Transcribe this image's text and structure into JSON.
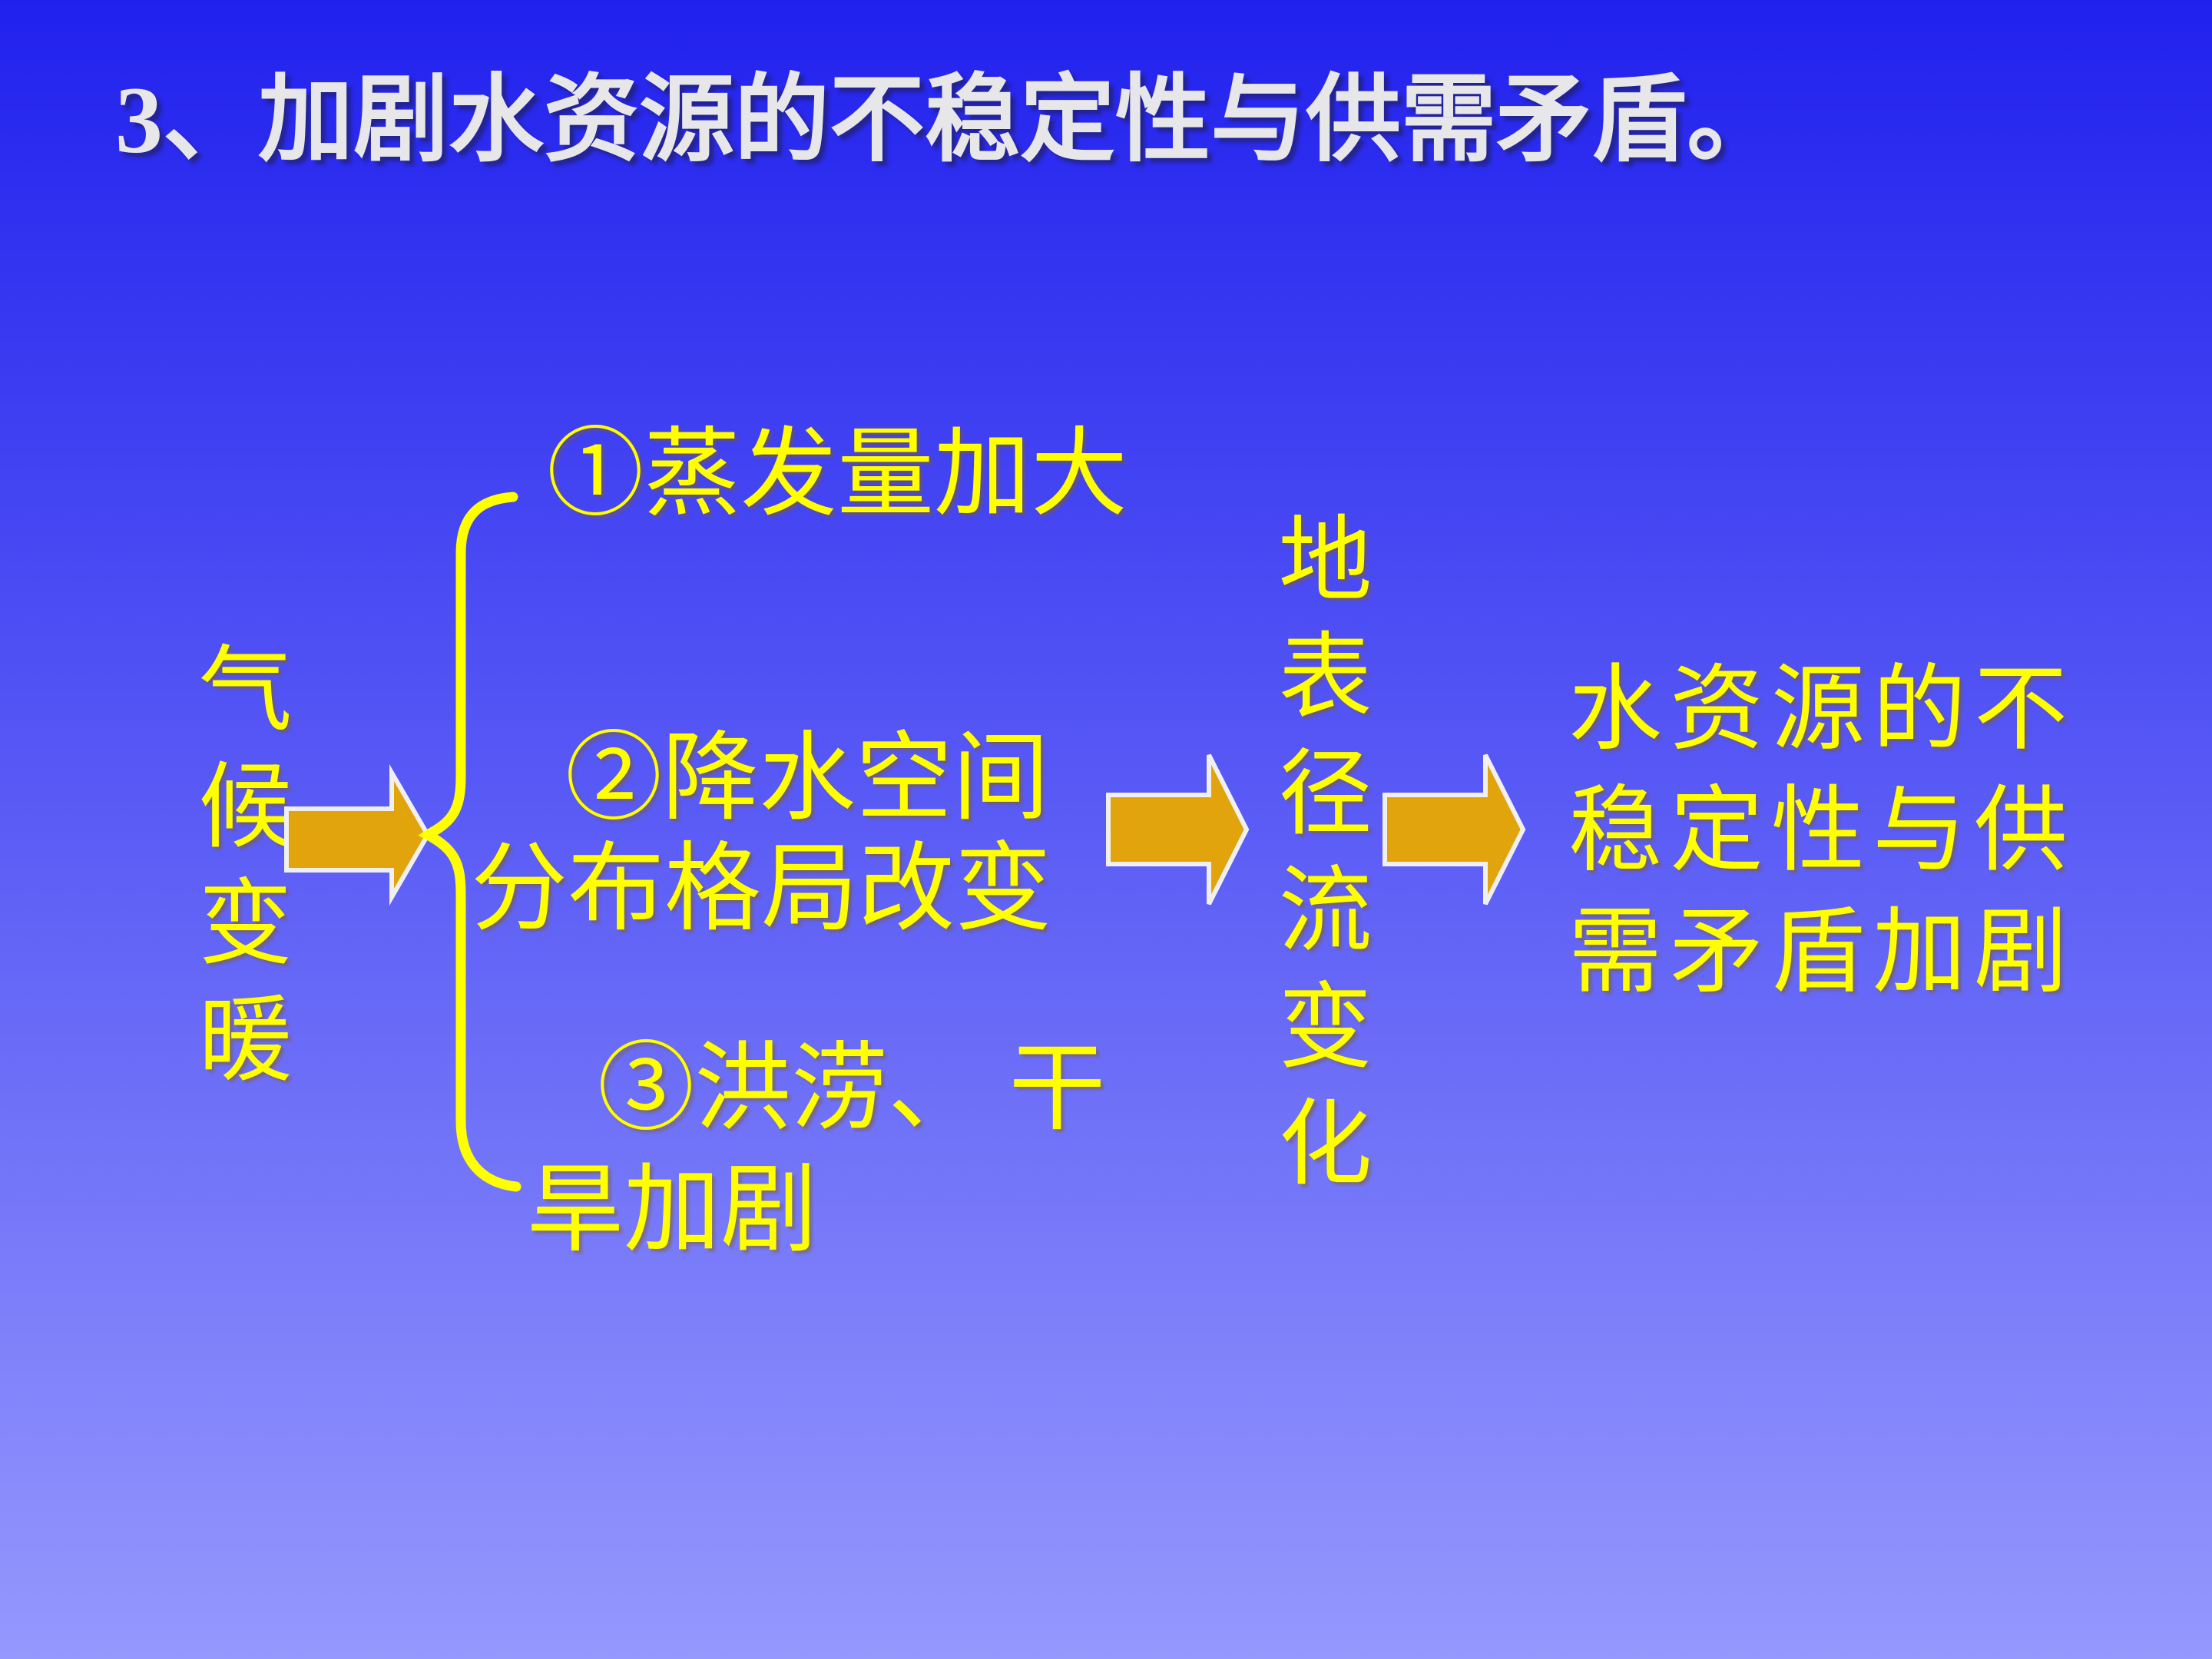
{
  "title": {
    "text": "3、加剧水资源的不稳定性与供需矛盾。"
  },
  "diagram": {
    "source_node": "气候变暖",
    "branches": {
      "item1": "①蒸发量加大",
      "item2_line1": "②降水空间",
      "item2_line2": "分布格局改变",
      "item3_line1": "③洪涝、 干",
      "item3_line2": "旱加剧"
    },
    "middle_node": "地表径流变化",
    "result_node": "水资源的不\n稳定性与供\n需矛盾加剧"
  },
  "colors": {
    "background_top": "#2121ee",
    "background_bottom": "#9598fd",
    "title_text": "#e7e7ea",
    "diagram_text": "#ffff00",
    "arrow_fill": "#e2a40c",
    "arrow_outline": "#f0f0f0",
    "brace_stroke": "#ffff00"
  }
}
